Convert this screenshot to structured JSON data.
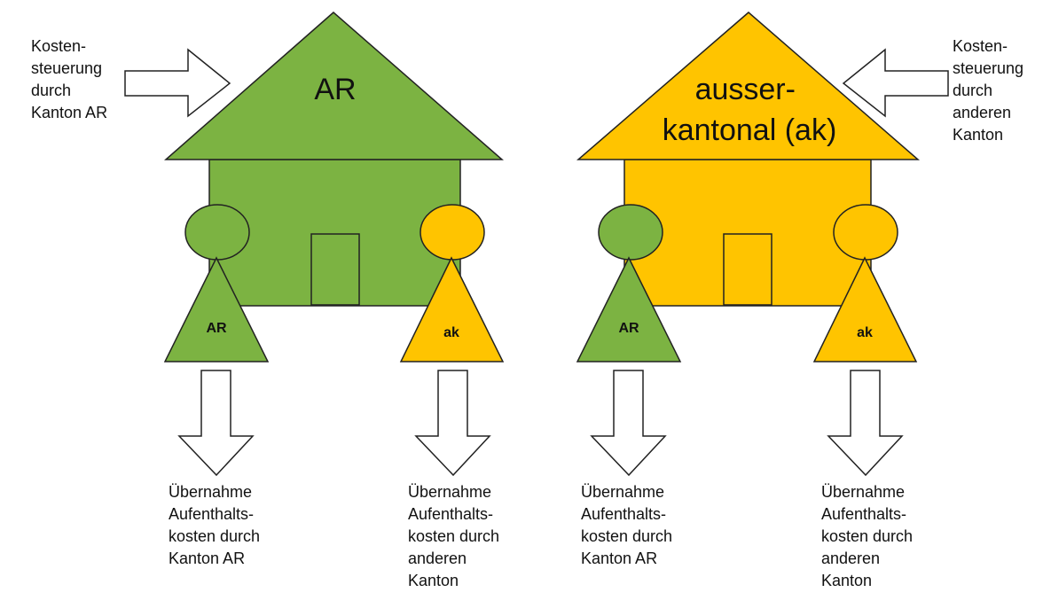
{
  "colors": {
    "green": "#7cb342",
    "yellow": "#ffc400",
    "outline": "#222222",
    "arrow_fill": "#ffffff"
  },
  "house_left": {
    "title": "AR",
    "side_note": [
      "Kosten-",
      "steuerung",
      "durch",
      "Kanton AR"
    ],
    "person_left": {
      "label": "AR",
      "note": [
        "Übernahme",
        "Aufenthalts-",
        "kosten durch",
        "Kanton AR"
      ]
    },
    "person_right": {
      "label": "ak",
      "note": [
        "Übernahme",
        "Aufenthalts-",
        "kosten durch",
        "anderen",
        "Kanton"
      ]
    }
  },
  "house_right": {
    "title": [
      "ausser-",
      "kantonal (ak)"
    ],
    "side_note": [
      "Kosten-",
      "steuerung",
      "durch",
      "anderen",
      "Kanton"
    ],
    "person_left": {
      "label": "AR",
      "note": [
        "Übernahme",
        "Aufenthalts-",
        "kosten durch",
        "Kanton AR"
      ]
    },
    "person_right": {
      "label": "ak",
      "note": [
        "Übernahme",
        "Aufenthalts-",
        "kosten durch",
        "anderen",
        "Kanton"
      ]
    }
  }
}
